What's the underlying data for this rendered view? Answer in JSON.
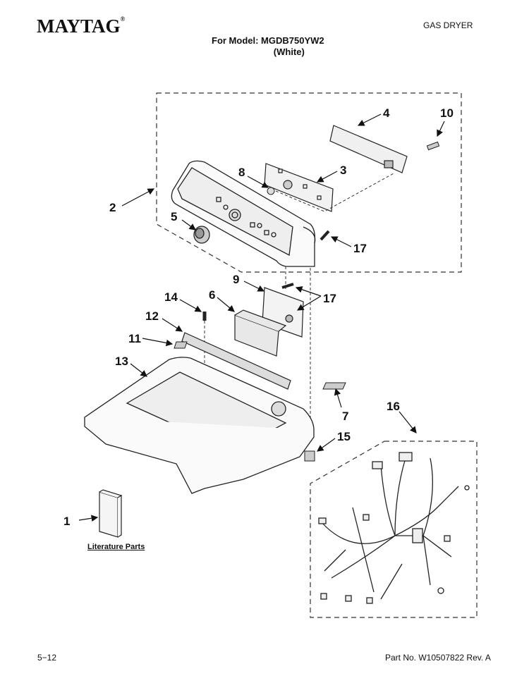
{
  "header": {
    "brand": "MAYTAG",
    "appliance": "GAS DRYER",
    "model_line1": "For Model: MGDB750YW2",
    "model_line2": "(White)"
  },
  "callouts": {
    "c1": "1",
    "c2": "2",
    "c3": "3",
    "c4": "4",
    "c5": "5",
    "c6": "6",
    "c7": "7",
    "c8": "8",
    "c9": "9",
    "c10": "10",
    "c11": "11",
    "c12": "12",
    "c13": "13",
    "c14": "14",
    "c15": "15",
    "c16": "16",
    "c17a": "17",
    "c17b": "17"
  },
  "literature_label": "Literature Parts",
  "footer": {
    "page": "5−12",
    "part_no": "Part No. W10507822 Rev. A"
  }
}
